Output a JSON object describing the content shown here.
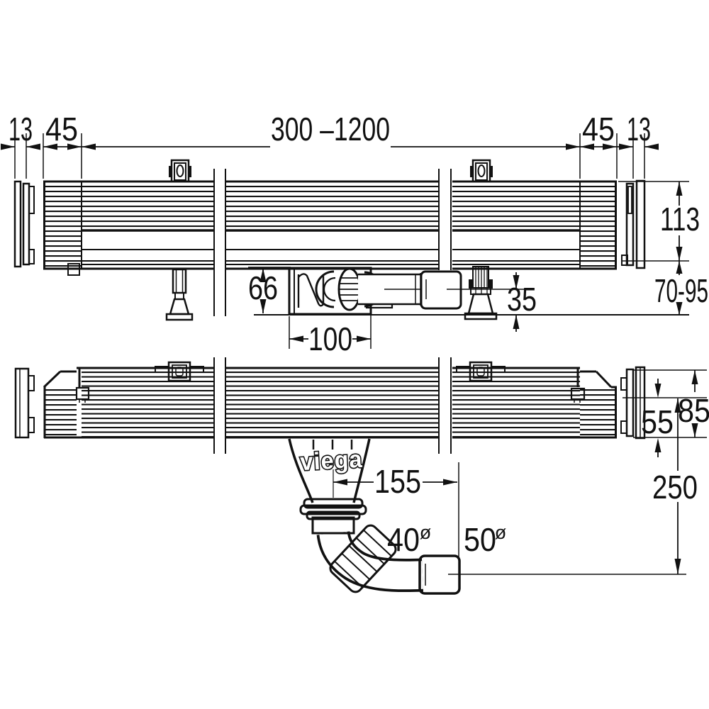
{
  "brand": {
    "logo_text": "viega"
  },
  "symbols": {
    "diameter": "ø"
  },
  "dimensions": {
    "left_cap_thickness": "13",
    "left_end_section": "45",
    "channel_length_range": "300 –1200",
    "right_end_section": "45",
    "right_cap_thickness": "13",
    "channel_height": "113",
    "foot_adjustment_range": "70-95",
    "trap_inlet_depth": "66",
    "outlet_axis_height": "35",
    "trap_length": "100",
    "front_end_height": "85",
    "front_body_height": "55",
    "outlet_drop": "250",
    "outlet_horizontal_offset": "155",
    "elbow_diameter": "40",
    "socket_diameter": "50"
  }
}
